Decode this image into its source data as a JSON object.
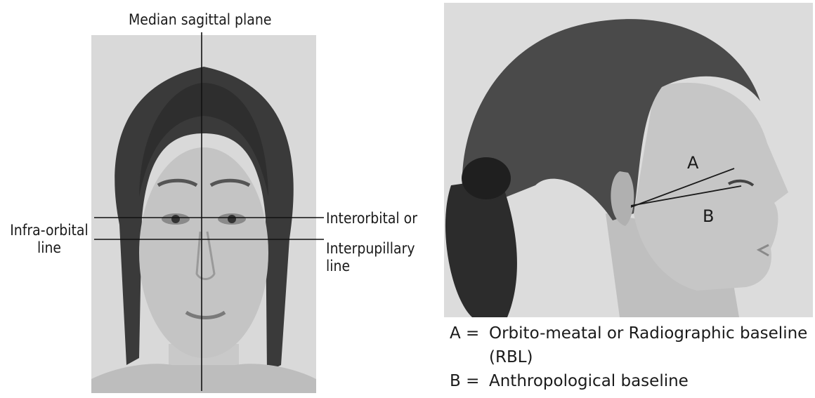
{
  "frontal_view": {
    "median_label": "Median sagittal plane",
    "infra_label": "Infra-orbital line",
    "interorbital_label": "Interorbital or",
    "interpupillary_label": "Interpupillary line"
  },
  "lateral_view": {
    "marker_a": "A",
    "marker_b": "B"
  },
  "legend": [
    {
      "key": "A =",
      "text": "Orbito-meatal or Radiographic baseline (RBL)"
    },
    {
      "key": "B =",
      "text": "Anthropological baseline"
    }
  ]
}
